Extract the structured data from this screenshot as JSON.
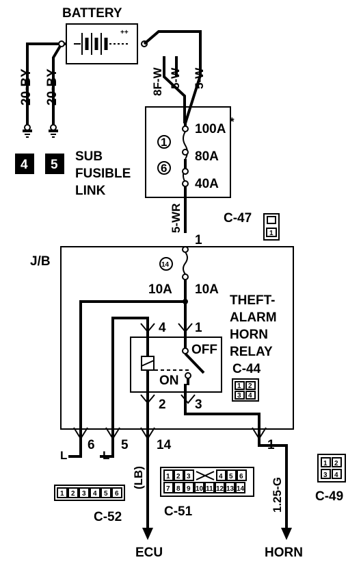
{
  "labels": {
    "battery": "BATTERY",
    "sub": "SUB",
    "fusible": "FUSIBLE",
    "link": "LINK",
    "jb": "J/B",
    "theft": "THEFT-",
    "alarm": "ALARM",
    "horn_lbl": "HORN",
    "relay": "RELAY",
    "off": "OFF",
    "on": "ON",
    "ecu": "ECU",
    "horn_out": "HORN"
  },
  "wires": {
    "w_20by_1": "20-BY",
    "w_20by_2": "20-BY",
    "w_8fw": "8F-W",
    "w_5w_1": "5-W",
    "w_5w_2": "5-W",
    "w_5wr": "5-WR",
    "w_lb": "(LB)",
    "w_125g": "1.25-G",
    "w_l1": "L",
    "w_l2": "L"
  },
  "fuses": {
    "f100": "100A",
    "f100_star": "*",
    "f80": "80A",
    "f40": "40A",
    "n1": "1",
    "n6": "6",
    "n14": "14",
    "f10a_l": "10A",
    "f10a_r": "10A",
    "bat_star": "*"
  },
  "grounds": {
    "g4": "4",
    "g5": "5"
  },
  "connectors": {
    "c47": "C-47",
    "c44": "C-44",
    "c49": "C-49",
    "c51": "C-51",
    "c52": "C-52",
    "c47_pin": "1",
    "c44_pins": [
      "1",
      "2",
      "3",
      "4"
    ],
    "c49_pins": [
      "1",
      "2",
      "3",
      "4"
    ],
    "c52_pins": [
      "1",
      "2",
      "3",
      "4",
      "5",
      "6"
    ],
    "c51_row1": [
      "1",
      "2",
      "3",
      "4",
      "5",
      "6"
    ],
    "c51_row2": [
      "7",
      "8",
      "9",
      "10",
      "11",
      "12",
      "13",
      "14"
    ]
  },
  "pins": {
    "jb_in": "1",
    "relay_4": "4",
    "relay_1": "1",
    "relay_2": "2",
    "relay_3": "3",
    "out_6": "6",
    "out_5": "5",
    "out_14": "14",
    "out_1": "1"
  }
}
